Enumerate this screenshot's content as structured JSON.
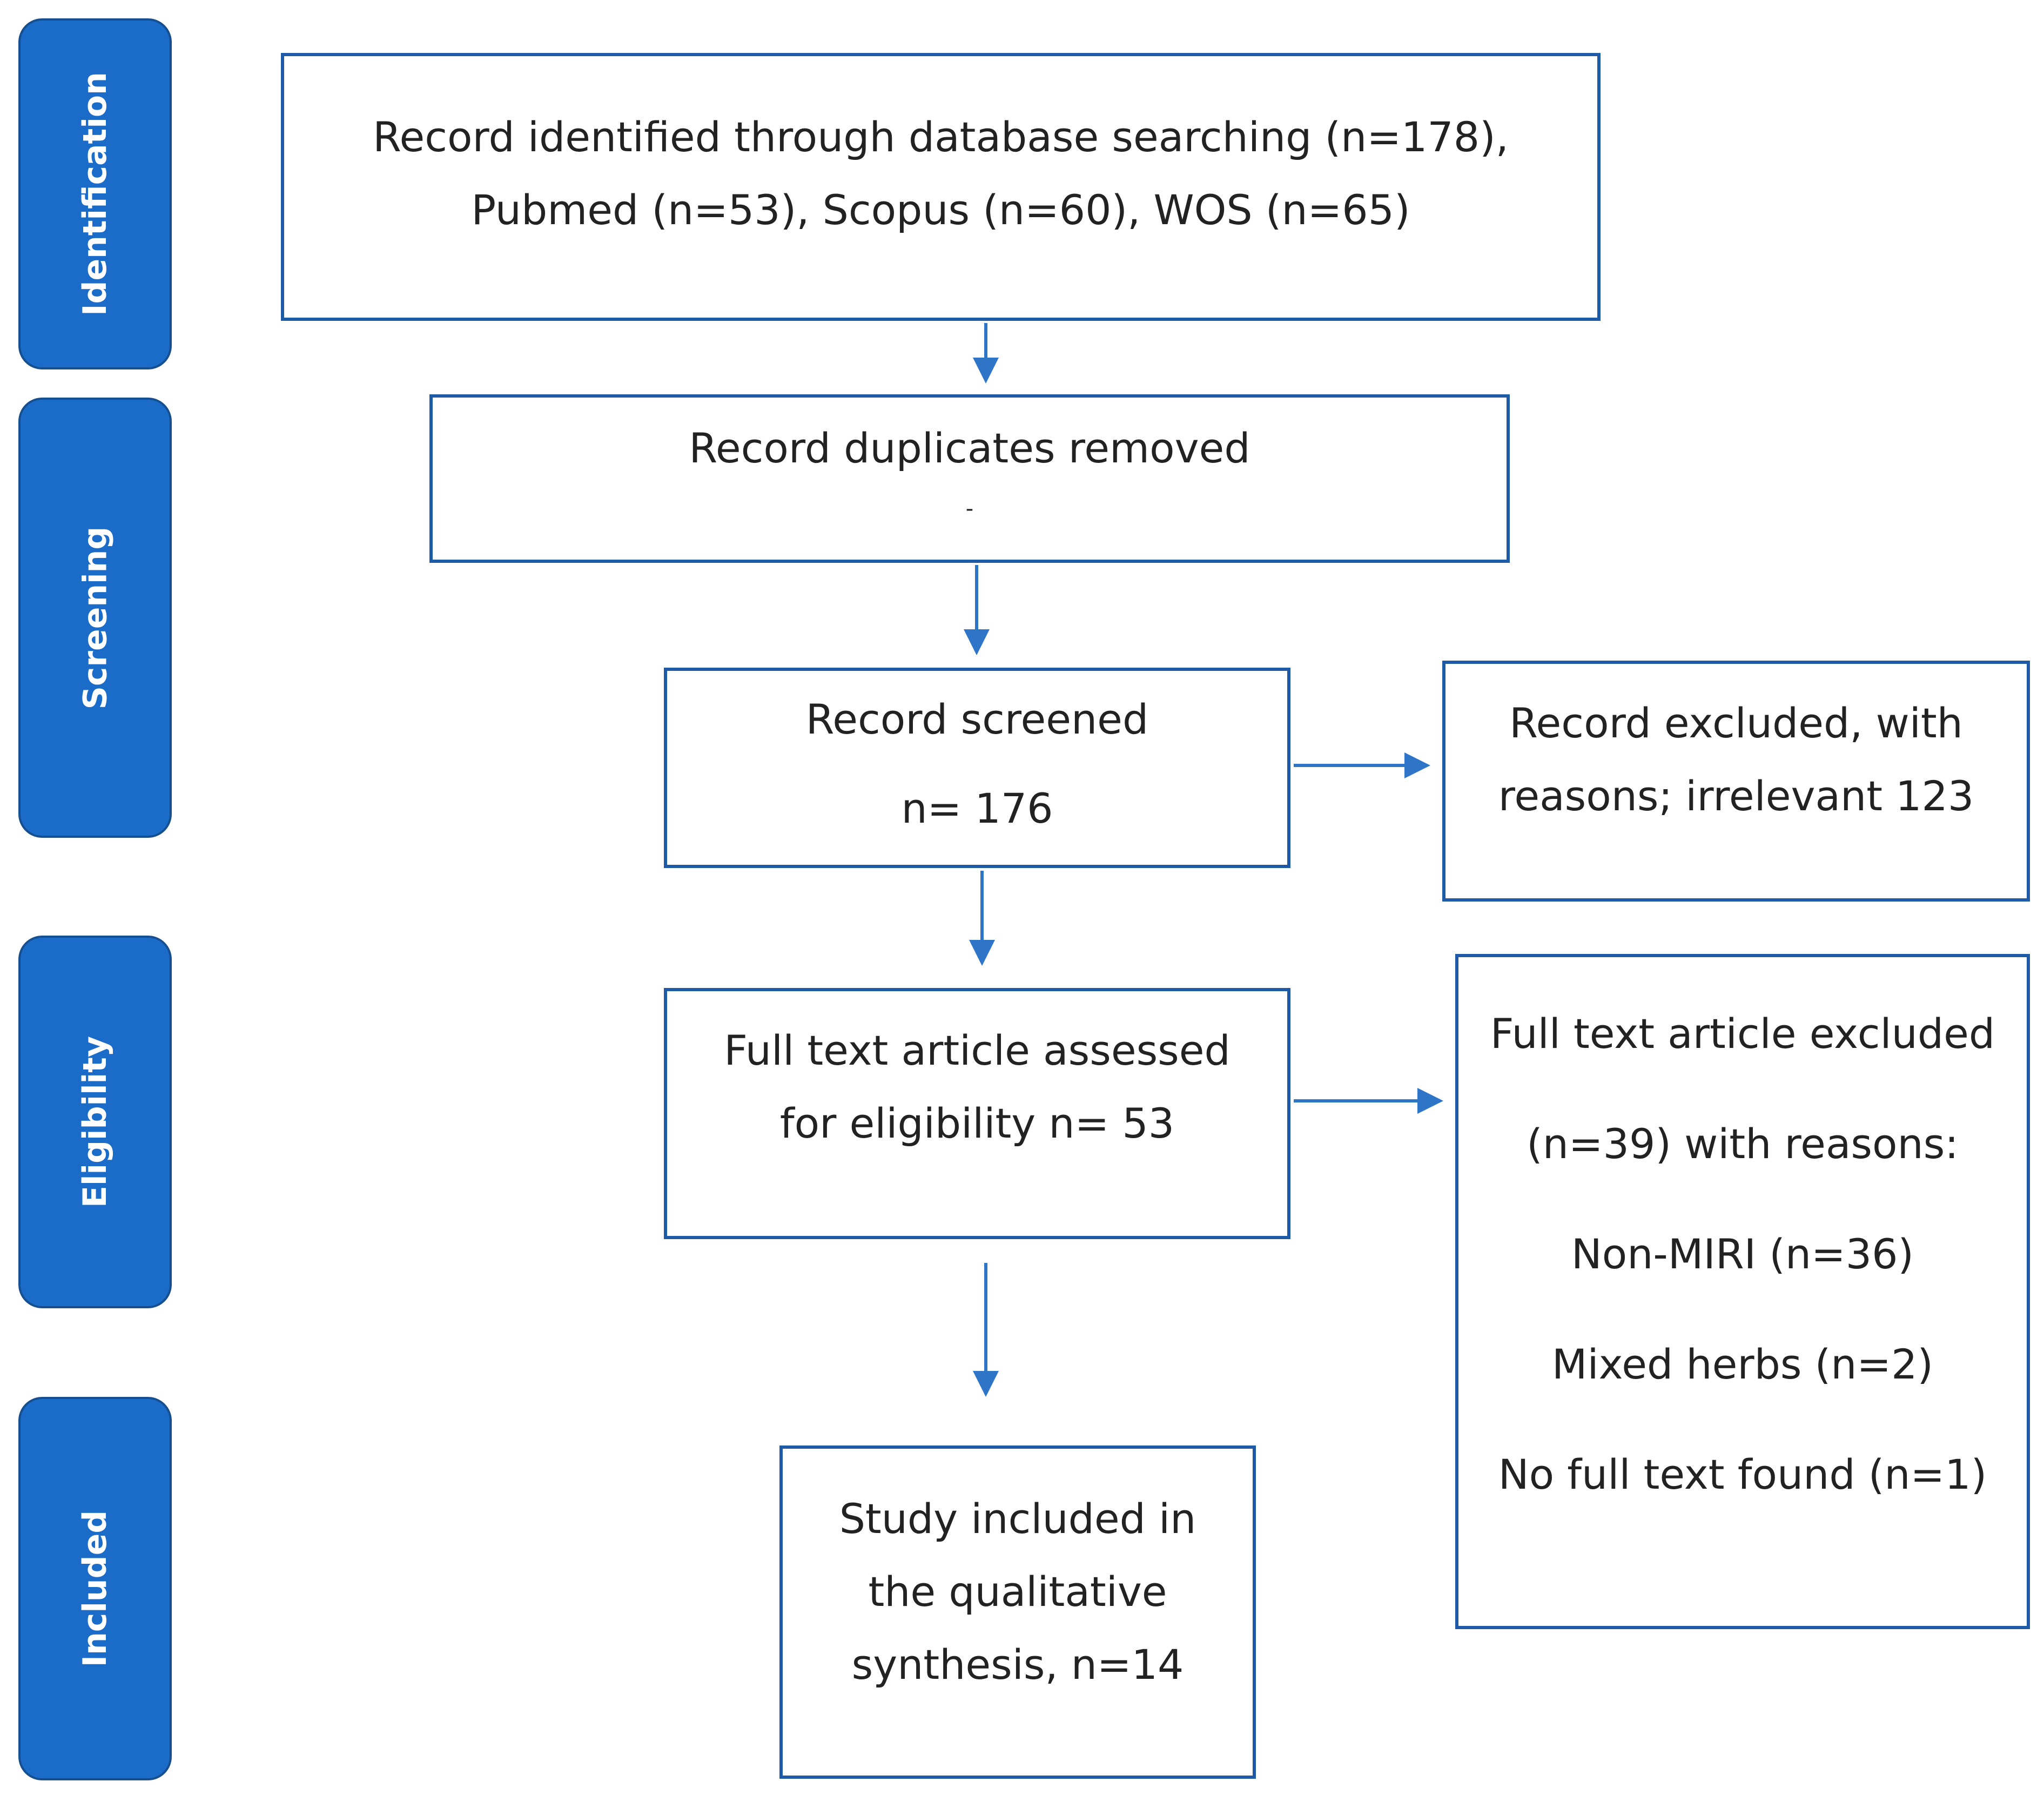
{
  "stages": {
    "identification": "Identification",
    "screening": "Screening",
    "eligibility": "Eligibility",
    "included": "Included"
  },
  "boxes": {
    "identified": {
      "line1": "Record identified through database searching (n=178),",
      "line2": "Pubmed (n=53), Scopus (n=60), WOS (n=65)"
    },
    "duplicates": {
      "line1": "Record duplicates removed",
      "line2": "-"
    },
    "screened": {
      "line1": "Record screened",
      "line2": "n= 176"
    },
    "excluded": {
      "line1": "Record excluded, with",
      "line2": "reasons; irrelevant 123"
    },
    "assessed": {
      "line1": "Full text article assessed",
      "line2": "for eligibility n= 53"
    },
    "fulltext_excluded": {
      "line1": "Full text article excluded",
      "line2": "(n=39) with reasons:",
      "line3": "Non-MIRI (n=36)",
      "line4": "Mixed herbs (n=2)",
      "line5": "No full text found (n=1)"
    },
    "included": {
      "line1": "Study included in",
      "line2": "the qualitative",
      "line3": "synthesis, n=14"
    }
  },
  "colors": {
    "stage_fill": "#1a6cc8",
    "box_border": "#1f5aa6",
    "arrow": "#2e75c8"
  }
}
